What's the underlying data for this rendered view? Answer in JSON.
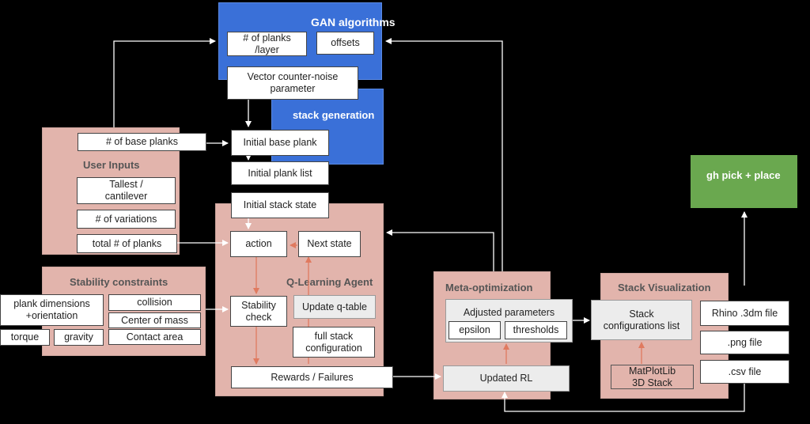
{
  "gan": {
    "title": "GAN algorithms",
    "planks_per_layer": "# of planks\n/layer",
    "offsets": "offsets",
    "vector_noise": "Vector counter-noise\nparameter"
  },
  "stack_generation": {
    "title": "stack generation",
    "initial_base_plank": "Initial base plank",
    "initial_plank_list": "Initial plank list",
    "initial_stack_state": "Initial stack state"
  },
  "user_inputs": {
    "title": "User Inputs",
    "base_planks": "# of base planks",
    "tallest_cantilever": "Tallest /\ncantilever",
    "variations": "# of variations",
    "total_planks": "total # of planks"
  },
  "stability_constraints": {
    "title": "Stability constraints",
    "plank_dimensions": "plank dimensions\n+orientation",
    "collision": "collision",
    "center_of_mass": "Center of mass",
    "torque": "torque",
    "gravity": "gravity",
    "contact_area": "Contact area"
  },
  "q_learning": {
    "title": "Q-Learning Agent",
    "action": "action",
    "next_state": "Next state",
    "stability_check": "Stability\ncheck",
    "update_q_table": "Update q-table",
    "full_stack_configuration": "full stack\nconfiguration",
    "rewards_failures": "Rewards / Failures"
  },
  "meta_optimization": {
    "title": "Meta-optimization",
    "adjusted_parameters": "Adjusted parameters",
    "epsilon": "epsilon",
    "thresholds": "thresholds",
    "updated_rl": "Updated RL"
  },
  "stack_visualization": {
    "title": "Stack Visualization",
    "configurations_list": "Stack\nconfigurations list",
    "matplotlib": "MatPlotLib\n3D Stack"
  },
  "outputs": {
    "rhino_file": "Rhino .3dm file",
    "png_file": ".png file",
    "csv_file": ".csv file",
    "gh_pick_place": "gh pick + place"
  },
  "colors": {
    "gan_blue": "#3a70d8",
    "section_pink": "#e2b4ac",
    "output_green": "#6aa84f",
    "red_arrow": "#e07a5f",
    "background": "#000000"
  }
}
